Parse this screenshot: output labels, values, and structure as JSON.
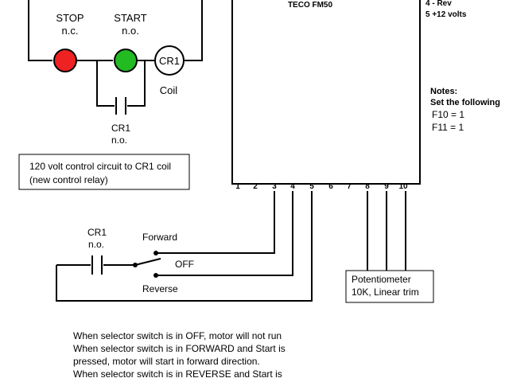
{
  "drive": {
    "model": "TECO FM50",
    "terminal_note_rev": "4 - Rev",
    "terminal_note_12v": "5 +12 volts",
    "terminals": [
      "1",
      "2",
      "3",
      "4",
      "5",
      "6",
      "7",
      "8",
      "9",
      "10"
    ]
  },
  "notes": {
    "heading": "Notes:",
    "instruction": "Set the following",
    "settings": [
      "F10 = 1",
      "F11 = 1"
    ]
  },
  "control_circuit": {
    "stop_label": "STOP",
    "stop_type": "n.c.",
    "start_label": "START",
    "start_type": "n.o.",
    "relay_coil_label": "CR1",
    "coil_label": "Coil",
    "aux_contact_label": "CR1",
    "aux_contact_type": "n.o.",
    "stop_color": "#ee2222",
    "start_color": "#22bb22"
  },
  "info_box": {
    "line1": "120 volt control circuit to CR1 coil",
    "line2": "(new control relay)"
  },
  "selector": {
    "contact_label": "CR1",
    "contact_type": "n.o.",
    "forward": "Forward",
    "off": "OFF",
    "reverse": "Reverse"
  },
  "potentiometer": {
    "line1": "Potentiometer",
    "line2": "10K, Linear trim"
  },
  "description": [
    "When selector switch is in OFF, motor will not run",
    "When selector switch is in FORWARD and Start is",
    "pressed, motor will start in forward direction.",
    "When selector switch is in REVERSE and Start is"
  ]
}
